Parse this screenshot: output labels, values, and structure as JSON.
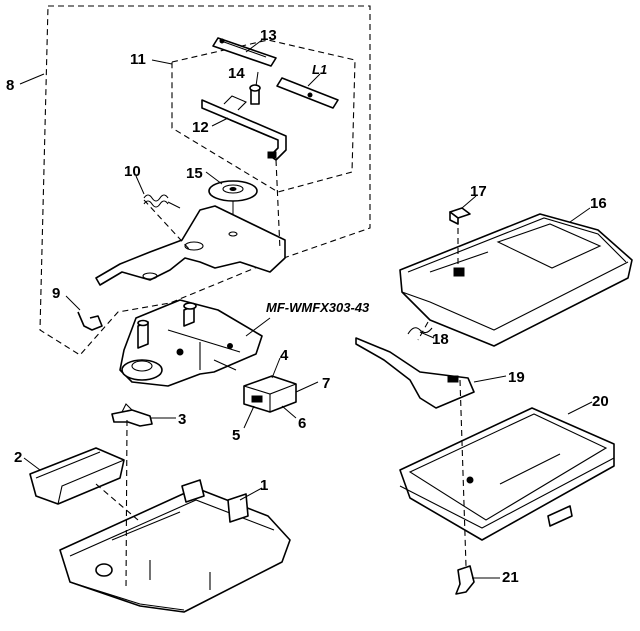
{
  "diagram": {
    "model_label": "MF-WMFX303-43",
    "callouts": {
      "c1": "1",
      "c2": "2",
      "c3": "3",
      "c4": "4",
      "c5": "5",
      "c6": "6",
      "c7": "7",
      "c8": "8",
      "c9": "9",
      "c10": "10",
      "c11": "11",
      "c12": "12",
      "c13": "13",
      "c14": "14",
      "c15": "15",
      "c16": "16",
      "c17": "17",
      "c18": "18",
      "c19": "19",
      "c20": "20",
      "c21": "21",
      "cL1": "L1"
    }
  }
}
